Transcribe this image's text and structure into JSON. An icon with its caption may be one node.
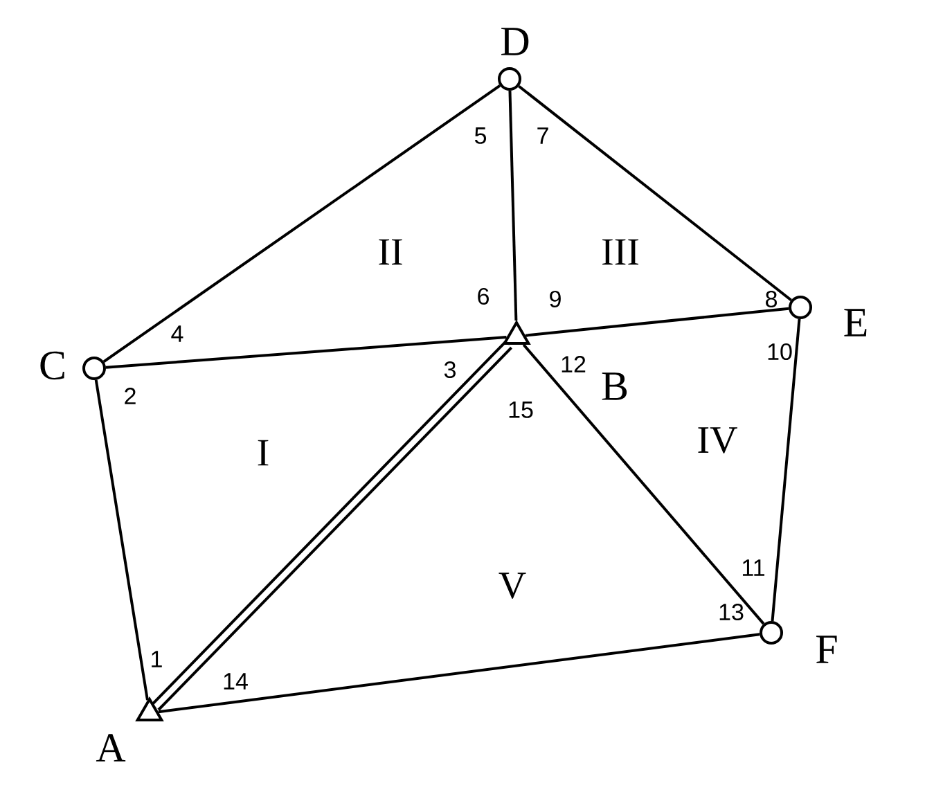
{
  "diagram": {
    "nodes": [
      {
        "text": [],
        "shape": "circle",
        "beside": [
          "D"
        ]
      },
      {
        "text": [],
        "shape": "circle",
        "beside": [
          "C"
        ]
      },
      {
        "text": [],
        "shape": "circle",
        "beside": [
          "E"
        ]
      },
      {
        "text": [],
        "shape": "triangle",
        "beside": [
          "B"
        ]
      },
      {
        "text": [],
        "shape": "triangle",
        "beside": [
          "A"
        ]
      },
      {
        "text": [],
        "shape": "circle",
        "beside": [
          "F"
        ]
      }
    ],
    "edges": [
      {
        "from": 1,
        "to": 0,
        "arrow": "none"
      },
      {
        "from": 0,
        "to": 2,
        "arrow": "none"
      },
      {
        "from": 0,
        "to": 3,
        "arrow": "none"
      },
      {
        "from": 1,
        "to": 3,
        "arrow": "none"
      },
      {
        "from": 3,
        "to": 2,
        "arrow": "none"
      },
      {
        "from": 1,
        "to": 4,
        "arrow": "none"
      },
      {
        "from": 4,
        "to": 3,
        "arrow": "none",
        "style": "thick"
      },
      {
        "from": 3,
        "to": 5,
        "arrow": "none"
      },
      {
        "from": 2,
        "to": 5,
        "arrow": "none"
      },
      {
        "from": 4,
        "to": 5,
        "arrow": "none"
      }
    ],
    "labels": [
      "5",
      "7",
      "II",
      "III",
      "4",
      "6",
      "9",
      "8",
      "3",
      "12",
      "10",
      "2",
      "15",
      "IV",
      "I",
      "11",
      "V",
      "13",
      "1",
      "14"
    ]
  }
}
